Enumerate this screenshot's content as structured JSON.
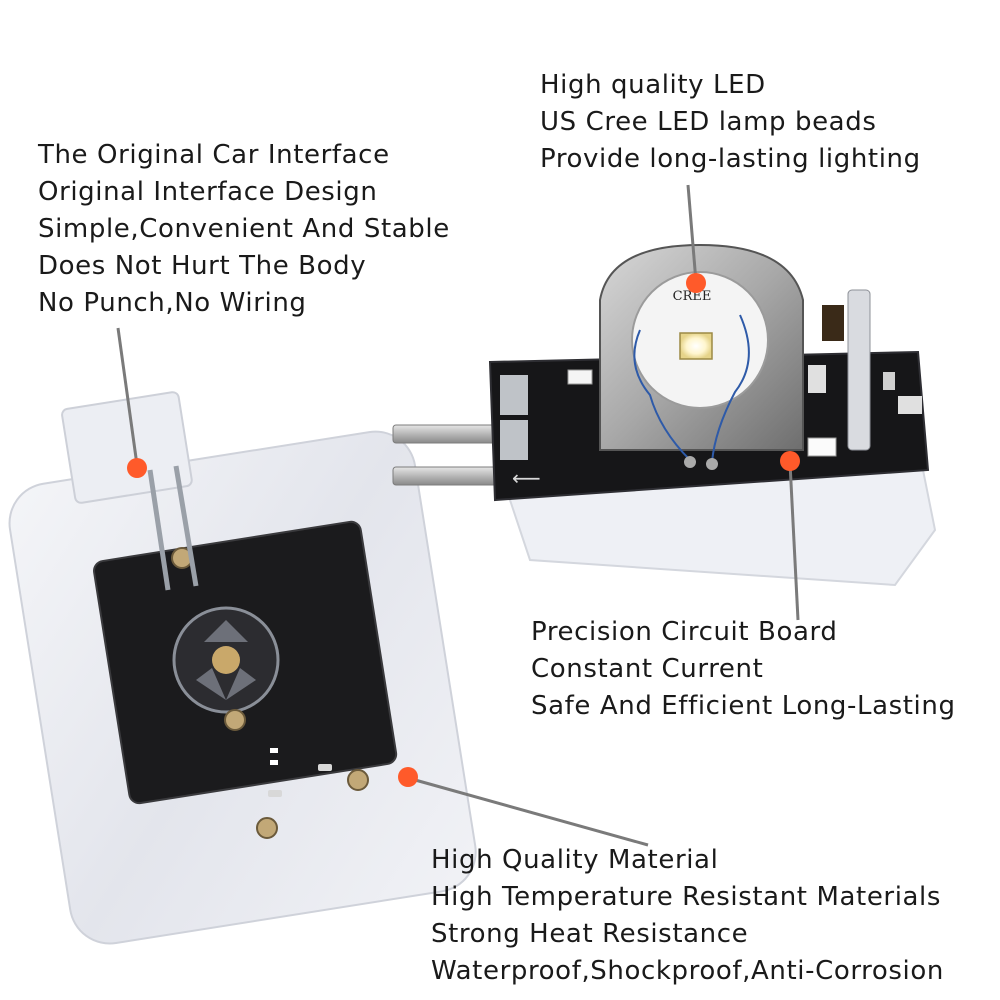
{
  "callouts": {
    "interface": {
      "lines": [
        "The Original Car Interface",
        "Original Interface Design",
        "Simple,Convenient And Stable",
        "Does Not Hurt The Body",
        "No Punch,No Wiring"
      ]
    },
    "led": {
      "lines": [
        "High quality LED",
        "US Cree LED lamp beads",
        "Provide long-lasting lighting"
      ]
    },
    "board": {
      "lines": [
        "Precision Circuit Board",
        "Constant Current",
        "Safe And Efficient Long-Lasting"
      ]
    },
    "material": {
      "lines": [
        "High Quality Material",
        "High Temperature Resistant Materials",
        "Strong Heat Resistance",
        "Waterproof,Shockproof,Anti-Corrosion"
      ]
    }
  },
  "product": {
    "led_marking": "CREE"
  },
  "colors": {
    "marker": "#ff5a2a",
    "leader_line": "#7a7a7a",
    "text": "#1a1a1a"
  }
}
